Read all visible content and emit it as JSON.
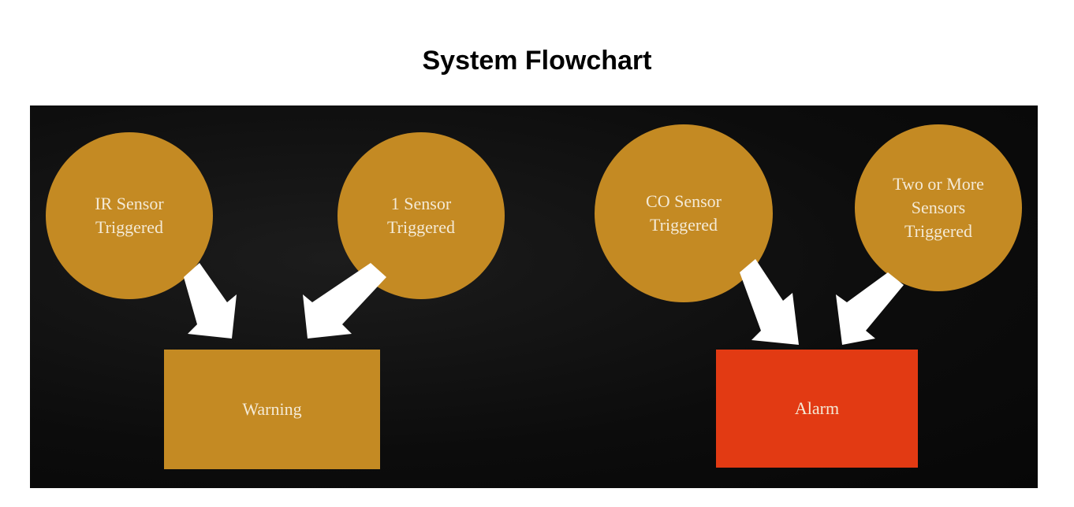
{
  "title": "System Flowchart",
  "colors": {
    "node_gold": "#c48a23",
    "alarm_red": "#e23a13",
    "arrow": "#ffffff",
    "background": "#0b0b0b"
  },
  "nodes": {
    "ir_sensor": "IR Sensor\nTriggered",
    "one_sensor": "1 Sensor\nTriggered",
    "co_sensor": "CO Sensor\nTriggered",
    "two_or_more": "Two or More\nSensors\nTriggered",
    "warning": "Warning",
    "alarm": "Alarm"
  }
}
